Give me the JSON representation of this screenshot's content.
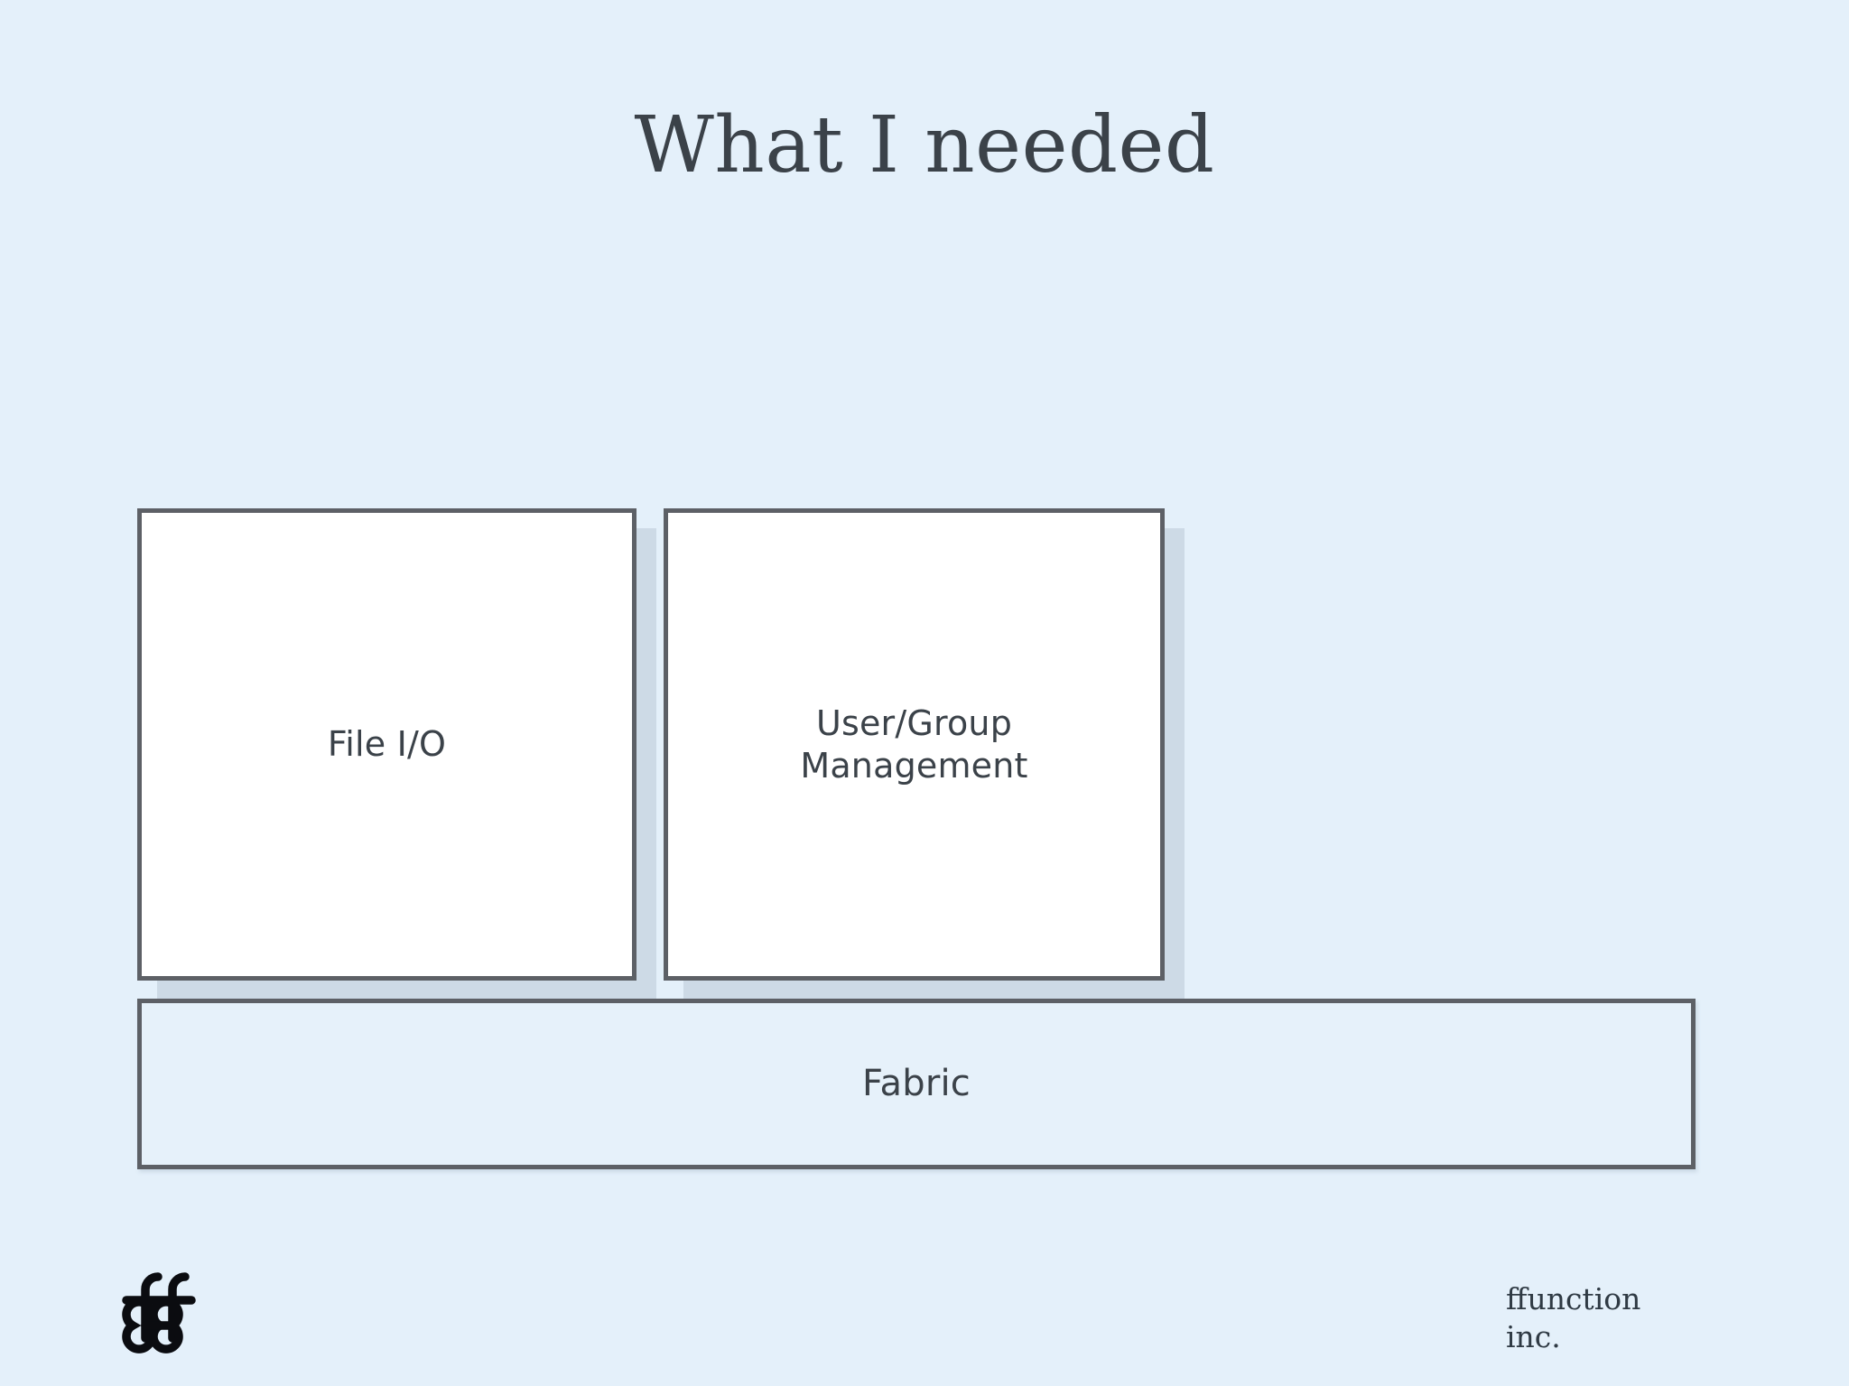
{
  "slide": {
    "title": "What I needed",
    "background_color": "#e4f0fa",
    "text_color": "#3b4249",
    "outline_color": "#5d6066"
  },
  "diagram": {
    "type": "layered-stack",
    "services": [
      {
        "label": "File I/O",
        "fill": "#ffffff"
      },
      {
        "label": "User/Group\nManagement",
        "fill": "#ffffff"
      }
    ],
    "base": {
      "label": "Fabric",
      "fill": "#e6f1fa"
    }
  },
  "footer": {
    "logo_name": "ffunction-monogram-icon",
    "credit_line_1": "ffunction",
    "credit_line_2": "inc."
  }
}
